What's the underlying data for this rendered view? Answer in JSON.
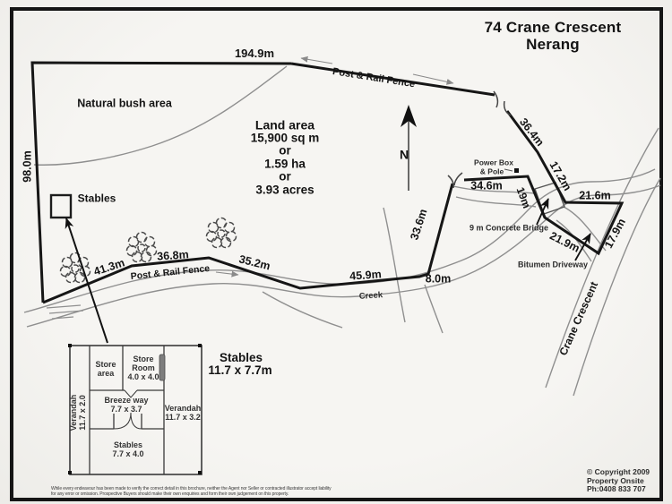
{
  "header": {
    "title_line1": "74 Crane Crescent",
    "title_line2": "Nerang"
  },
  "land_area_lines": [
    "Land area",
    "15,900 sq m",
    "or",
    "1.59 ha",
    "or",
    "3.93 acres"
  ],
  "labels": {
    "natural_bush": "Natural bush area",
    "stables": "Stables",
    "north": "N",
    "post_rail_fence_top": "Post & Rail Fence",
    "post_rail_fence_bottom": "Post & Rail Fence",
    "power_box_line1": "Power Box",
    "power_box_line2": "& Pole",
    "concrete_bridge": "9 m Concrete Bridge",
    "bitumen_driveway": "Bitumen Driveway",
    "crane_crescent": "Crane Crescent",
    "creek": "Creek"
  },
  "measurements": {
    "boundary_top": "194.9m",
    "boundary_left": "98.0m",
    "fence_36_4": "36.4m",
    "fence_17_2": "17.2m",
    "frontage_21_6": "21.6m",
    "frontage_17_9": "17.9m",
    "driveway_21_9": "21.9m",
    "driveway_19": "19m",
    "fence_34_6": "34.6m",
    "fence_33_6": "33.6m",
    "fence_41_3": "41.3m",
    "fence_36_8": "36.8m",
    "fence_35_2": "35.2m",
    "fence_45_9": "45.9m",
    "fence_8_0": "8.0m"
  },
  "floor_plan": {
    "title_line1": "Stables",
    "title_line2": "11.7 x 7.7m",
    "store_area_lines": [
      "Store",
      "area"
    ],
    "store_room_lines": [
      "Store",
      "Room",
      "4.0 x 4.0"
    ],
    "breezeway_lines": [
      "Breeze way",
      "7.7 x 3.7"
    ],
    "verandah_left_lines": [
      "Verandah",
      "11.7 x 2.0"
    ],
    "verandah_right_lines": [
      "Verandah",
      "11.7 x 3.2"
    ],
    "stables_room_lines": [
      "Stables",
      "7.7 x 4.0"
    ]
  },
  "footer": {
    "disclaimer_lines": [
      "While every endeavour has been made to verify the correct detail in this brochure, neither the Agent nor Seller or contracted illustrator accept liability",
      "for any error or omission. Prospective Buyers should make their own enquiries and form their own judgement on this property."
    ],
    "copyright_lines": [
      "© Copyright 2009",
      "Property Onsite",
      "Ph:0408 833 707"
    ]
  },
  "colors": {
    "ink": "#1a1a1a",
    "thin_line": "#8a8a8a",
    "paper": "#f3f2ef"
  }
}
